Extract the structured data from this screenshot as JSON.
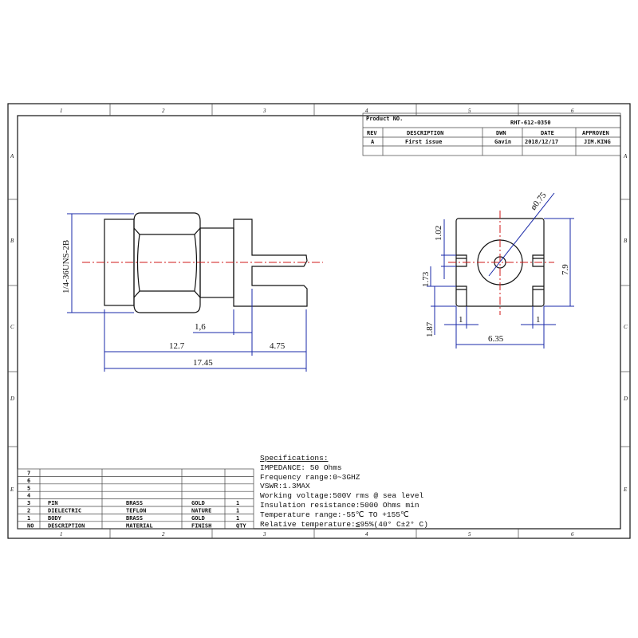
{
  "frame": {
    "columns": [
      "1",
      "2",
      "3",
      "4",
      "5",
      "6"
    ],
    "rows": [
      "A",
      "B",
      "C",
      "D",
      "E"
    ]
  },
  "title_block": {
    "product_label": "Product NO.",
    "product_no": "RHT-612-0350",
    "headers": [
      "REV",
      "DESCRIPTION",
      "DWN",
      "DATE",
      "APPROVEN"
    ],
    "rows": [
      [
        "A",
        "First issue",
        "Gavin",
        "2018/12/17",
        "JIM.KING"
      ]
    ]
  },
  "bom": {
    "rows": [
      [
        "7",
        "",
        "",
        "",
        ""
      ],
      [
        "6",
        "",
        "",
        "",
        ""
      ],
      [
        "5",
        "",
        "",
        "",
        ""
      ],
      [
        "4",
        "",
        "",
        "",
        ""
      ],
      [
        "3",
        "PIN",
        "BRASS",
        "GOLD",
        "1"
      ],
      [
        "2",
        "DIELECTRIC",
        "TEFLON",
        "NATURE",
        "1"
      ],
      [
        "1",
        "BODY",
        "BRASS",
        "GOLD",
        "1"
      ]
    ],
    "headers": [
      "NO",
      "DESCRIPTION",
      "MATERIAL",
      "FINISH",
      "QTY"
    ]
  },
  "specifications": {
    "title": "Specifications:",
    "lines": [
      "IMPEDANCE: 50 Ohms",
      "Frequency range:0~3GHZ",
      "VSWR:1.3MAX",
      "Working voltage:500V rms @ sea level",
      "Insulation resistance:5000 Ohms min",
      "Temperature range:-55℃ TO +155℃",
      "Relative temperature:≦95%(40° C±2° C)"
    ]
  },
  "side_view": {
    "thread": "1/4-36UNS-2B",
    "dim_flange": "1,6",
    "dim_body": "12.7",
    "dim_pin": "4.75",
    "dim_total": "17.45"
  },
  "front_view": {
    "dim_pin_dia": "ø0.75",
    "dim_height": "7.9",
    "dim_top": "1.02",
    "dim_slot": "1.73",
    "dim_bottom": "1.87",
    "dim_left_slot": "1",
    "dim_right_slot": "1",
    "dim_width": "6.35"
  },
  "colors": {
    "dimension": "#1a2aa8",
    "centerline": "#d01818"
  }
}
